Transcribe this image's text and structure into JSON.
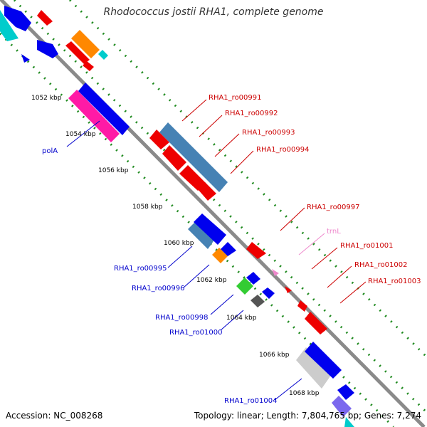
{
  "title": "Rhodococcus jostii RHA1, complete genome",
  "footer": {
    "accession": "Accession: NC_008268",
    "summary": "Topology: linear; Length: 7,804,765 bp; Genes: 7,274"
  },
  "colors": {
    "backbone": "#8a8a8a",
    "dots": "#1f8a1f",
    "label_red": "#cc0000",
    "label_blue": "#0000cc",
    "label_pink": "#ee88cc",
    "scale_text": "#000000"
  },
  "scale_labels": [
    "1052 kbp",
    "1054 kbp",
    "1056 kbp",
    "1058 kbp",
    "1060 kbp",
    "1062 kbp",
    "1064 kbp",
    "1066 kbp",
    "1068 kbp"
  ],
  "gene_labels_right": [
    "RHA1_ro00991",
    "RHA1_ro00992",
    "RHA1_ro00993",
    "RHA1_ro00994",
    "RHA1_ro00997",
    "trnL",
    "RHA1_ro01001",
    "RHA1_ro01002",
    "RHA1_ro01003"
  ],
  "gene_labels_left": [
    "polA",
    "RHA1_ro00995",
    "RHA1_ro00996",
    "RHA1_ro00998",
    "RHA1_ro01000",
    "RHA1_ro01004"
  ]
}
